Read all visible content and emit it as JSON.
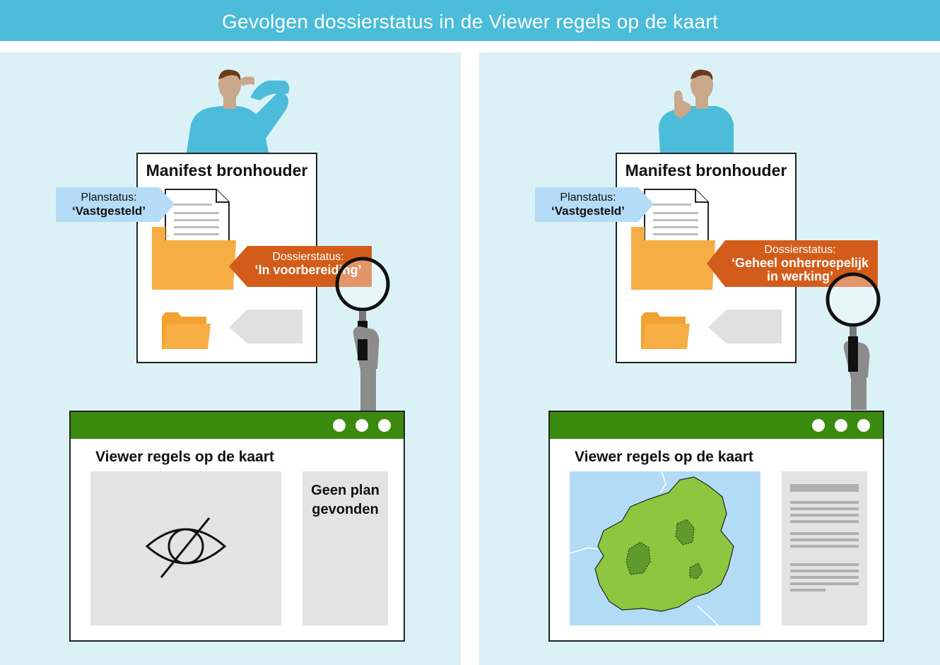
{
  "title": "Gevolgen dossierstatus in de Viewer regels op de kaart",
  "colors": {
    "header": "#4bbcd9",
    "panel": "#daf2f6",
    "folder": "#f6ae44",
    "dossier_tag": "#d35c1a",
    "plan_tag": "#b4dcf6",
    "browser_bar": "#3b8a10",
    "map_land": "#8dc63f",
    "map_water": "#b2dcf6"
  },
  "left": {
    "manifest_title": "Manifest bronhouder",
    "planstatus_label": "Planstatus:",
    "planstatus_value": "‘Vastgesteld’",
    "dossierstatus_label": "Dossierstatus:",
    "dossierstatus_value": "‘In voorbereiding’",
    "viewer_title": "Viewer regels op de kaart",
    "no_plan_text": "Geen plan\ngevonden",
    "person_icon": "person-scratching-head-icon",
    "map_icon": "eye-crossed-out-icon"
  },
  "right": {
    "manifest_title": "Manifest bronhouder",
    "planstatus_label": "Planstatus:",
    "planstatus_value": "‘Vastgesteld’",
    "dossierstatus_label": "Dossierstatus:",
    "dossierstatus_value_line1": "‘Geheel onherroepelijk",
    "dossierstatus_value_line2": "in werking’",
    "viewer_title": "Viewer regels op de kaart",
    "person_icon": "person-thumbs-up-icon",
    "map_icon": "map-icon"
  }
}
